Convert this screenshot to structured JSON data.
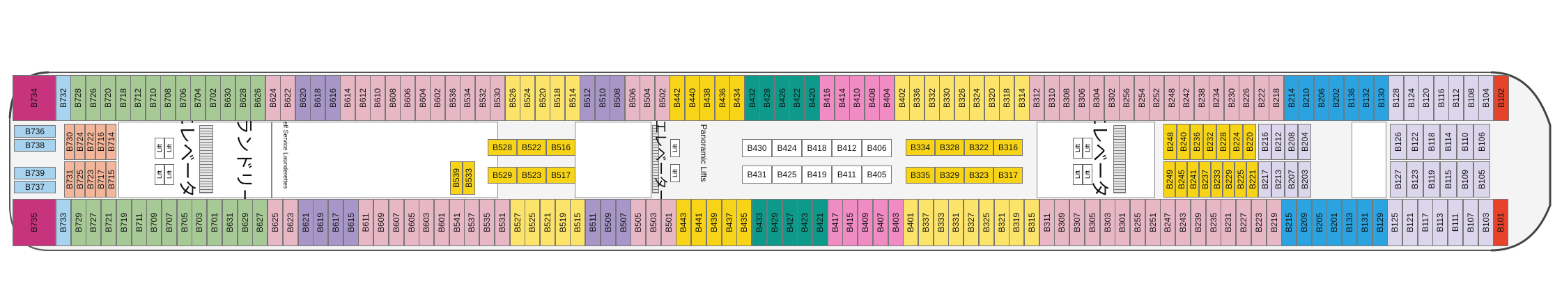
{
  "colors": {
    "yellow": "#FCE36A",
    "gold": "#F7D417",
    "purple": "#A896C8",
    "lavender": "#DCD6EC",
    "pink": "#E8B7C6",
    "magenta": "#F08BC4",
    "green": "#A6C996",
    "teal": "#0E9A8B",
    "blue": "#2BA3E0",
    "lightblue": "#A7D3EF",
    "salmon": "#F3B69A",
    "red": "#E6432A",
    "bow": "#C8337E"
  },
  "upper_row": [
    {
      "label": "B732",
      "color": "lightblue"
    },
    {
      "label": "B728",
      "color": "green"
    },
    {
      "label": "B726",
      "color": "green"
    },
    {
      "label": "B720",
      "color": "green"
    },
    {
      "label": "B718",
      "color": "green"
    },
    {
      "label": "B712",
      "color": "green"
    },
    {
      "label": "B710",
      "color": "green"
    },
    {
      "label": "B708",
      "color": "green"
    },
    {
      "label": "B706",
      "color": "green"
    },
    {
      "label": "B704",
      "color": "green"
    },
    {
      "label": "B702",
      "color": "green"
    },
    {
      "label": "B630",
      "color": "green"
    },
    {
      "label": "B628",
      "color": "green"
    },
    {
      "label": "B626",
      "color": "green"
    },
    {
      "label": "B624",
      "color": "pink"
    },
    {
      "label": "B622",
      "color": "pink"
    },
    {
      "label": "B620",
      "color": "purple"
    },
    {
      "label": "B618",
      "color": "purple"
    },
    {
      "label": "B616",
      "color": "purple"
    },
    {
      "label": "B614",
      "color": "pink"
    },
    {
      "label": "B612",
      "color": "pink"
    },
    {
      "label": "B610",
      "color": "pink"
    },
    {
      "label": "B608",
      "color": "pink"
    },
    {
      "label": "B606",
      "color": "pink"
    },
    {
      "label": "B604",
      "color": "pink"
    },
    {
      "label": "B602",
      "color": "pink"
    },
    {
      "label": "B536",
      "color": "pink"
    },
    {
      "label": "B534",
      "color": "pink"
    },
    {
      "label": "B532",
      "color": "pink"
    },
    {
      "label": "B530",
      "color": "pink"
    },
    {
      "label": "B526",
      "color": "yellow"
    },
    {
      "label": "B524",
      "color": "yellow"
    },
    {
      "label": "B520",
      "color": "yellow"
    },
    {
      "label": "B518",
      "color": "yellow"
    },
    {
      "label": "B514",
      "color": "yellow"
    },
    {
      "label": "B512",
      "color": "purple"
    },
    {
      "label": "B510",
      "color": "purple"
    },
    {
      "label": "B508",
      "color": "purple"
    },
    {
      "label": "B506",
      "color": "pink"
    },
    {
      "label": "B504",
      "color": "pink"
    },
    {
      "label": "B502",
      "color": "pink"
    },
    {
      "label": "B442",
      "color": "gold"
    },
    {
      "label": "B440",
      "color": "gold"
    },
    {
      "label": "B438",
      "color": "gold"
    },
    {
      "label": "B436",
      "color": "gold"
    },
    {
      "label": "B434",
      "color": "gold"
    },
    {
      "label": "B432",
      "color": "teal"
    },
    {
      "label": "B428",
      "color": "teal"
    },
    {
      "label": "B426",
      "color": "teal"
    },
    {
      "label": "B422",
      "color": "teal"
    },
    {
      "label": "B420",
      "color": "teal"
    },
    {
      "label": "B416",
      "color": "magenta"
    },
    {
      "label": "B414",
      "color": "magenta"
    },
    {
      "label": "B410",
      "color": "magenta"
    },
    {
      "label": "B408",
      "color": "magenta"
    },
    {
      "label": "B404",
      "color": "magenta"
    },
    {
      "label": "B402",
      "color": "yellow"
    },
    {
      "label": "B336",
      "color": "yellow"
    },
    {
      "label": "B332",
      "color": "yellow"
    },
    {
      "label": "B330",
      "color": "yellow"
    },
    {
      "label": "B326",
      "color": "yellow"
    },
    {
      "label": "B324",
      "color": "yellow"
    },
    {
      "label": "B320",
      "color": "yellow"
    },
    {
      "label": "B318",
      "color": "yellow"
    },
    {
      "label": "B314",
      "color": "yellow"
    },
    {
      "label": "B312",
      "color": "pink"
    },
    {
      "label": "B310",
      "color": "pink"
    },
    {
      "label": "B308",
      "color": "pink"
    },
    {
      "label": "B306",
      "color": "pink"
    },
    {
      "label": "B304",
      "color": "pink"
    },
    {
      "label": "B302",
      "color": "pink"
    },
    {
      "label": "B256",
      "color": "pink"
    },
    {
      "label": "B254",
      "color": "pink"
    },
    {
      "label": "B252",
      "color": "pink"
    },
    {
      "label": "B248",
      "color": "pink"
    },
    {
      "label": "B242",
      "color": "pink"
    },
    {
      "label": "B238",
      "color": "pink"
    },
    {
      "label": "B234",
      "color": "pink"
    },
    {
      "label": "B230",
      "color": "pink"
    },
    {
      "label": "B226",
      "color": "pink"
    },
    {
      "label": "B222",
      "color": "pink"
    },
    {
      "label": "B218",
      "color": "pink"
    },
    {
      "label": "B214",
      "color": "blue"
    },
    {
      "label": "B210",
      "color": "blue"
    },
    {
      "label": "B206",
      "color": "blue"
    },
    {
      "label": "B202",
      "color": "blue"
    },
    {
      "label": "B136",
      "color": "blue"
    },
    {
      "label": "B132",
      "color": "blue"
    },
    {
      "label": "B130",
      "color": "blue"
    },
    {
      "label": "B128",
      "color": "lavender"
    },
    {
      "label": "B124",
      "color": "lavender"
    },
    {
      "label": "B120",
      "color": "lavender"
    },
    {
      "label": "B116",
      "color": "lavender"
    },
    {
      "label": "B112",
      "color": "lavender"
    },
    {
      "label": "B108",
      "color": "lavender"
    },
    {
      "label": "B104",
      "color": "lavender"
    },
    {
      "label": "B102",
      "color": "red"
    }
  ],
  "lower_row": [
    {
      "label": "B733",
      "color": "lightblue"
    },
    {
      "label": "B729",
      "color": "green"
    },
    {
      "label": "B727",
      "color": "green"
    },
    {
      "label": "B721",
      "color": "green"
    },
    {
      "label": "B719",
      "color": "green"
    },
    {
      "label": "B711",
      "color": "green"
    },
    {
      "label": "B709",
      "color": "green"
    },
    {
      "label": "B707",
      "color": "green"
    },
    {
      "label": "B705",
      "color": "green"
    },
    {
      "label": "B703",
      "color": "green"
    },
    {
      "label": "B701",
      "color": "green"
    },
    {
      "label": "B631",
      "color": "green"
    },
    {
      "label": "B629",
      "color": "green"
    },
    {
      "label": "B627",
      "color": "green"
    },
    {
      "label": "B625",
      "color": "pink"
    },
    {
      "label": "B623",
      "color": "pink"
    },
    {
      "label": "B621",
      "color": "purple"
    },
    {
      "label": "B619",
      "color": "purple"
    },
    {
      "label": "B617",
      "color": "purple"
    },
    {
      "label": "B615",
      "color": "purple"
    },
    {
      "label": "B611",
      "color": "pink"
    },
    {
      "label": "B609",
      "color": "pink"
    },
    {
      "label": "B607",
      "color": "pink"
    },
    {
      "label": "B605",
      "color": "pink"
    },
    {
      "label": "B603",
      "color": "pink"
    },
    {
      "label": "B601",
      "color": "pink"
    },
    {
      "label": "B541",
      "color": "pink"
    },
    {
      "label": "B537",
      "color": "pink"
    },
    {
      "label": "B535",
      "color": "pink"
    },
    {
      "label": "B531",
      "color": "pink"
    },
    {
      "label": "B527",
      "color": "yellow"
    },
    {
      "label": "B525",
      "color": "yellow"
    },
    {
      "label": "B521",
      "color": "yellow"
    },
    {
      "label": "B519",
      "color": "yellow"
    },
    {
      "label": "B515",
      "color": "yellow"
    },
    {
      "label": "B511",
      "color": "purple"
    },
    {
      "label": "B509",
      "color": "purple"
    },
    {
      "label": "B507",
      "color": "purple"
    },
    {
      "label": "B505",
      "color": "pink"
    },
    {
      "label": "B503",
      "color": "pink"
    },
    {
      "label": "B501",
      "color": "pink"
    },
    {
      "label": "B443",
      "color": "gold"
    },
    {
      "label": "B441",
      "color": "gold"
    },
    {
      "label": "B439",
      "color": "gold"
    },
    {
      "label": "B437",
      "color": "gold"
    },
    {
      "label": "B435",
      "color": "gold"
    },
    {
      "label": "B433",
      "color": "teal"
    },
    {
      "label": "B429",
      "color": "teal"
    },
    {
      "label": "B427",
      "color": "teal"
    },
    {
      "label": "B423",
      "color": "teal"
    },
    {
      "label": "B421",
      "color": "teal"
    },
    {
      "label": "B417",
      "color": "magenta"
    },
    {
      "label": "B415",
      "color": "magenta"
    },
    {
      "label": "B409",
      "color": "magenta"
    },
    {
      "label": "B407",
      "color": "magenta"
    },
    {
      "label": "B403",
      "color": "magenta"
    },
    {
      "label": "B401",
      "color": "yellow"
    },
    {
      "label": "B337",
      "color": "yellow"
    },
    {
      "label": "B333",
      "color": "yellow"
    },
    {
      "label": "B331",
      "color": "yellow"
    },
    {
      "label": "B327",
      "color": "yellow"
    },
    {
      "label": "B325",
      "color": "yellow"
    },
    {
      "label": "B321",
      "color": "yellow"
    },
    {
      "label": "B319",
      "color": "yellow"
    },
    {
      "label": "B315",
      "color": "yellow"
    },
    {
      "label": "B311",
      "color": "pink"
    },
    {
      "label": "B309",
      "color": "pink"
    },
    {
      "label": "B307",
      "color": "pink"
    },
    {
      "label": "B305",
      "color": "pink"
    },
    {
      "label": "B303",
      "color": "pink"
    },
    {
      "label": "B301",
      "color": "pink"
    },
    {
      "label": "B255",
      "color": "pink"
    },
    {
      "label": "B251",
      "color": "pink"
    },
    {
      "label": "B247",
      "color": "pink"
    },
    {
      "label": "B243",
      "color": "pink"
    },
    {
      "label": "B239",
      "color": "pink"
    },
    {
      "label": "B235",
      "color": "pink"
    },
    {
      "label": "B231",
      "color": "pink"
    },
    {
      "label": "B227",
      "color": "pink"
    },
    {
      "label": "B223",
      "color": "pink"
    },
    {
      "label": "B219",
      "color": "pink"
    },
    {
      "label": "B215",
      "color": "blue"
    },
    {
      "label": "B209",
      "color": "blue"
    },
    {
      "label": "B205",
      "color": "blue"
    },
    {
      "label": "B201",
      "color": "blue"
    },
    {
      "label": "B133",
      "color": "blue"
    },
    {
      "label": "B131",
      "color": "blue"
    },
    {
      "label": "B129",
      "color": "blue"
    },
    {
      "label": "B125",
      "color": "lavender"
    },
    {
      "label": "B121",
      "color": "lavender"
    },
    {
      "label": "B117",
      "color": "lavender"
    },
    {
      "label": "B113",
      "color": "lavender"
    },
    {
      "label": "B111",
      "color": "lavender"
    },
    {
      "label": "B107",
      "color": "lavender"
    },
    {
      "label": "B103",
      "color": "lavender"
    },
    {
      "label": "B101",
      "color": "red"
    }
  ],
  "bow": {
    "upper": "B734",
    "lower": "B735"
  },
  "side_cabins": [
    {
      "label": "B736",
      "color": "lightblue"
    },
    {
      "label": "B738",
      "color": "lightblue"
    },
    {
      "label": "B739",
      "color": "lightblue"
    },
    {
      "label": "B737",
      "color": "lightblue"
    }
  ],
  "aft_inner": {
    "upper": [
      "B730",
      "B724",
      "B722",
      "B716",
      "B714"
    ],
    "lower": [
      "B731",
      "B725",
      "B723",
      "B717",
      "B715"
    ]
  },
  "mid_inner": {
    "upper": [
      {
        "label": "B528",
        "color": "gold"
      },
      {
        "label": "B522",
        "color": "gold"
      },
      {
        "label": "B516",
        "color": "gold"
      }
    ],
    "lower": [
      {
        "label": "B529",
        "color": "gold"
      },
      {
        "label": "B523",
        "color": "gold"
      },
      {
        "label": "B517",
        "color": "gold"
      }
    ],
    "single": [
      "B533",
      "B539"
    ]
  },
  "center_inner": {
    "upper": [
      "B430",
      "B424",
      "B418",
      "B412",
      "B406"
    ],
    "lower": [
      "B431",
      "B425",
      "B419",
      "B411",
      "B405"
    ]
  },
  "fwd_inner_yellow": {
    "upper": [
      "B334",
      "B328",
      "B322",
      "B316"
    ],
    "lower": [
      "B335",
      "B329",
      "B323",
      "B317"
    ]
  },
  "fwd_inner_gold": {
    "upper": [
      "B248",
      "B240",
      "B236",
      "B232",
      "B228",
      "B224",
      "B220"
    ],
    "lower": [
      "B249",
      "B245",
      "B241",
      "B237",
      "B233",
      "B229",
      "B225",
      "B221"
    ]
  },
  "fwd_inner_lav": {
    "upper": [
      "B216",
      "B212",
      "B208",
      "B204"
    ],
    "lower": [
      "B217",
      "B213",
      "B207",
      "B203"
    ]
  },
  "bow_inner": {
    "upper": [
      "B126",
      "B122",
      "B118",
      "B114",
      "B110",
      "B106"
    ],
    "lower": [
      "B127",
      "B123",
      "B119",
      "B115",
      "B109",
      "B105"
    ]
  },
  "labels": {
    "elevator": "エレベーター",
    "laundry": "ランドリー",
    "self_service": "Self Service Launderettes",
    "panoramic": "Panoramic Lifts",
    "lift": "Lift"
  }
}
